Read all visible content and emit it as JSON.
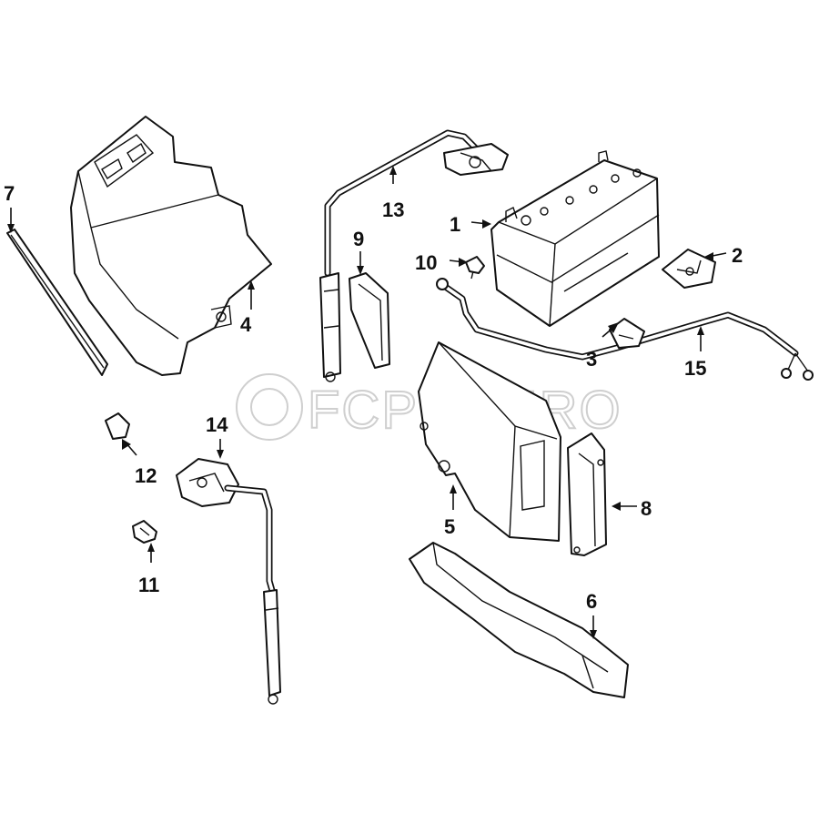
{
  "watermark": {
    "brand": "FCP",
    "suffix": "EURO",
    "reg": "®"
  },
  "callouts": [
    {
      "id": "1",
      "label": "1"
    },
    {
      "id": "2",
      "label": "2"
    },
    {
      "id": "3",
      "label": "3"
    },
    {
      "id": "4",
      "label": "4"
    },
    {
      "id": "5",
      "label": "5"
    },
    {
      "id": "6",
      "label": "6"
    },
    {
      "id": "7",
      "label": "7"
    },
    {
      "id": "8",
      "label": "8"
    },
    {
      "id": "9",
      "label": "9"
    },
    {
      "id": "10",
      "label": "10"
    },
    {
      "id": "11",
      "label": "11"
    },
    {
      "id": "12",
      "label": "12"
    },
    {
      "id": "13",
      "label": "13"
    },
    {
      "id": "14",
      "label": "14"
    },
    {
      "id": "15",
      "label": "15"
    }
  ],
  "colors": {
    "line": "#111111",
    "background": "#ffffff",
    "watermark": "#cfcfcf"
  }
}
